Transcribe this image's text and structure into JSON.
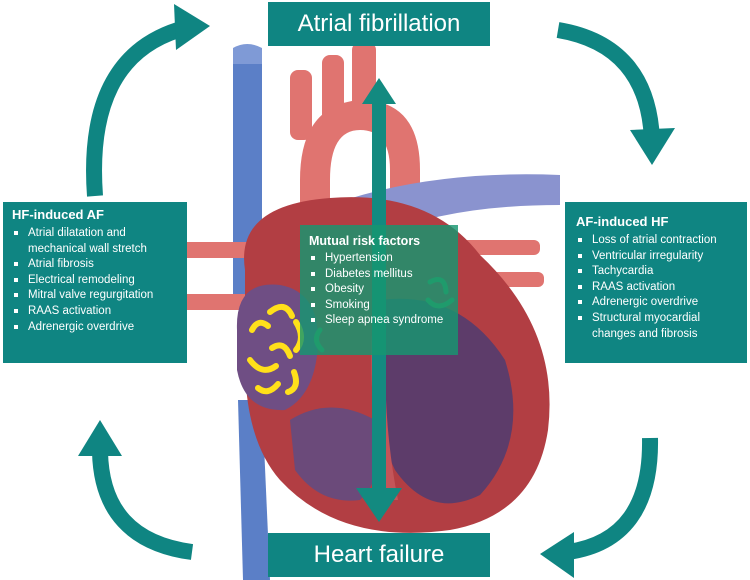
{
  "top_box": {
    "label": "Atrial fibrillation"
  },
  "bottom_box": {
    "label": "Heart failure"
  },
  "left_panel": {
    "title": "HF-induced AF",
    "items": [
      "Atrial dilatation and mechanical wall stretch",
      "Atrial fibrosis",
      "Electrical remodeling",
      "Mitral valve regurgitation",
      "RAAS activation",
      "Adrenergic overdrive"
    ]
  },
  "right_panel": {
    "title": "AF-induced HF",
    "items": [
      "Loss of atrial contraction",
      "Ventricular irregularity",
      "Tachycardia",
      "RAAS activation",
      "Adrenergic overdrive",
      "Structural myocardial changes and fibrosis"
    ]
  },
  "center_panel": {
    "title": "Mutual risk factors",
    "items": [
      "Hypertension",
      "Diabetes mellitus",
      "Obesity",
      "Smoking",
      "Sleep apnea syndrome"
    ]
  },
  "colors": {
    "teal": "#0f8582",
    "center_panel": "#169670",
    "vein_blue": "#5b7fc7",
    "artery_red": "#e0706e",
    "myocardium": "#b23e43",
    "chamber": "#5d3c6a",
    "signal_yellow": "#ffe01a",
    "signal_green": "#4caf5a"
  },
  "icons": {
    "cycle_arrows": "curved-arrow-icon",
    "center_arrow": "double-headed-arrow-icon",
    "heart": "heart-illustration"
  }
}
